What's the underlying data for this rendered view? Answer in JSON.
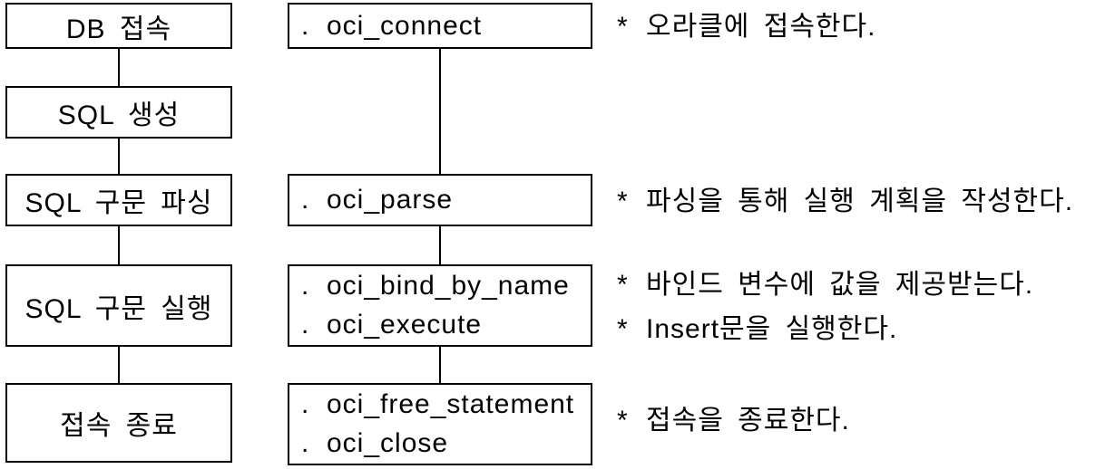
{
  "diagram": {
    "title": "Oracle DB processing flow with PHP OCI functions",
    "colors": {
      "background": "#ffffff",
      "border": "#000000",
      "text": "#000000"
    },
    "steps": [
      {
        "label": "DB 접속"
      },
      {
        "label": "SQL 생성"
      },
      {
        "label": "SQL 구문 파싱"
      },
      {
        "label": "SQL 구문 실행"
      },
      {
        "label": "접속 종료"
      }
    ],
    "functions": [
      {
        "lines": [
          {
            "marker": ".",
            "name": "oci_connect"
          }
        ]
      },
      {
        "lines": [
          {
            "marker": ".",
            "name": "oci_parse"
          }
        ]
      },
      {
        "lines": [
          {
            "marker": ".",
            "name": "oci_bind_by_name"
          },
          {
            "marker": ".",
            "name": "oci_execute"
          }
        ]
      },
      {
        "lines": [
          {
            "marker": ".",
            "name": "oci_free_statement"
          },
          {
            "marker": ".",
            "name": "oci_close"
          }
        ]
      }
    ],
    "annotations": [
      {
        "marker": "*",
        "text": "오라클에 접속한다."
      },
      {
        "marker": "*",
        "text": "파싱을 통해 실행 계획을 작성한다."
      },
      {
        "marker": "*",
        "text": "바인드 변수에 값을 제공받는다."
      },
      {
        "marker": "*",
        "text": "Insert문을 실행한다."
      },
      {
        "marker": "*",
        "text": "접속을 종료한다."
      }
    ]
  }
}
